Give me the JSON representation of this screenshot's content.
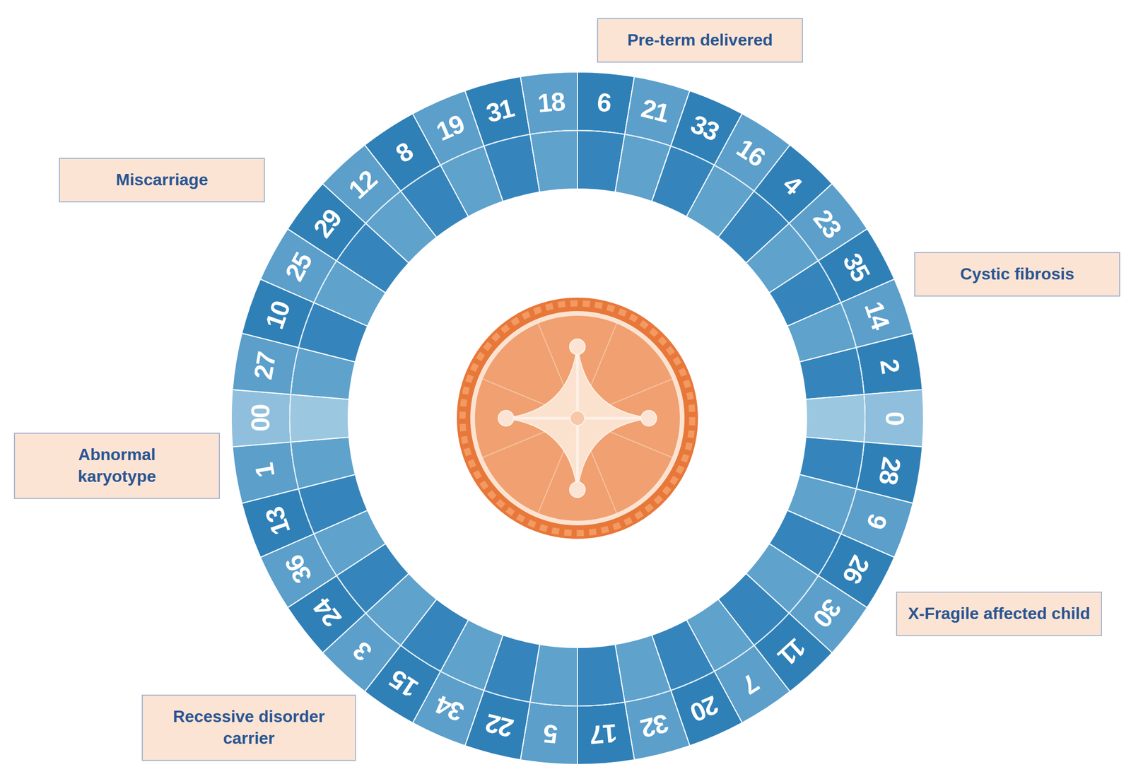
{
  "diagram": {
    "nodes": [
      {
        "text": [
          "Pre-term delivered"
        ]
      },
      {
        "text": [
          "Miscarriage"
        ]
      },
      {
        "text": [
          "Cystic fibrosis"
        ]
      },
      {
        "text": [
          "Abnormal karyotype"
        ]
      },
      {
        "text": [
          "X-Fragile affected child"
        ]
      },
      {
        "text": [
          "Recessive disorder carrier"
        ]
      }
    ],
    "labels": [
      "6",
      "21",
      "33",
      "16",
      "4",
      "23",
      "35",
      "14",
      "2",
      "0",
      "28",
      "9",
      "26",
      "30",
      "11",
      "7",
      "20",
      "32",
      "17",
      "5",
      "22",
      "34",
      "15",
      "3",
      "24",
      "36",
      "13",
      "1",
      "00",
      "27",
      "10",
      "25",
      "29",
      "12",
      "8",
      "19",
      "31",
      "18"
    ]
  }
}
